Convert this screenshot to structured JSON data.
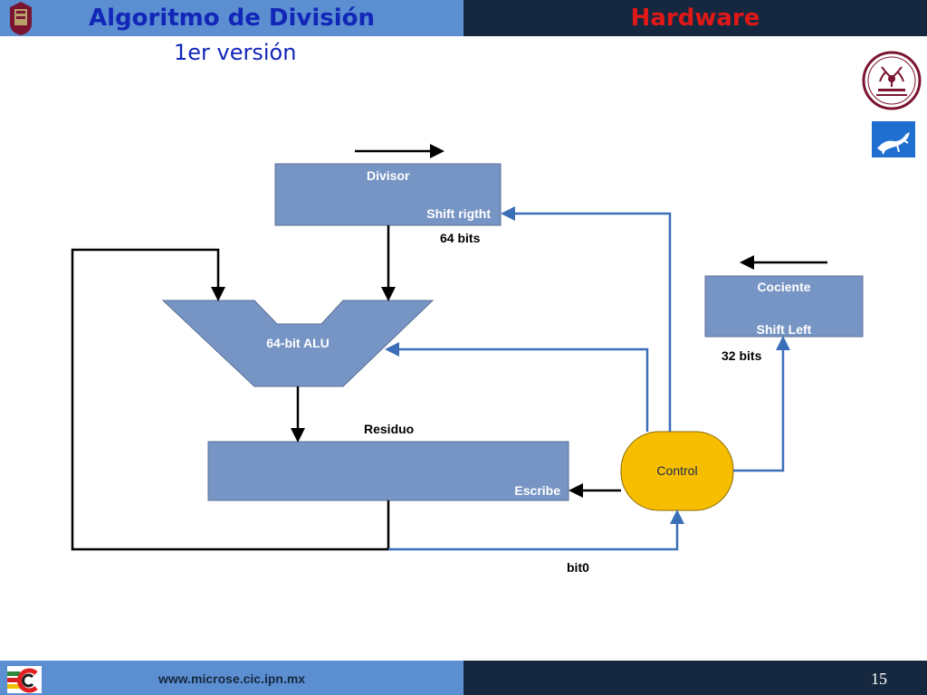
{
  "header": {
    "title": "Algoritmo de División",
    "section": "Hardware",
    "subtitle": "1er versión"
  },
  "diagram": {
    "divisor": {
      "label": "Divisor",
      "op": "Shift rigtht",
      "width": "64 bits"
    },
    "cociente": {
      "label": "Cociente",
      "op": "Shift Left",
      "width": "32 bits"
    },
    "alu": {
      "label": "64-bit ALU"
    },
    "residuo": {
      "label": "Residuo",
      "op": "Escribe"
    },
    "control": {
      "label": "Control"
    },
    "bit0": {
      "label": "bit0"
    }
  },
  "footer": {
    "url": "www.microse.cic.ipn.mx",
    "page": "15"
  },
  "icons": [
    "ipn-logo-icon",
    "red-de-computacion-logo-icon",
    "lizard-logo-icon",
    "cic-logo-icon"
  ],
  "colors": {
    "header_left": "#5b8fd1",
    "header_right": "#16283f",
    "title": "#1226b8",
    "section": "#e01818",
    "box_fill": "#7795c4",
    "control_fill": "#f7be00",
    "signal_line": "#3a6fb8"
  }
}
